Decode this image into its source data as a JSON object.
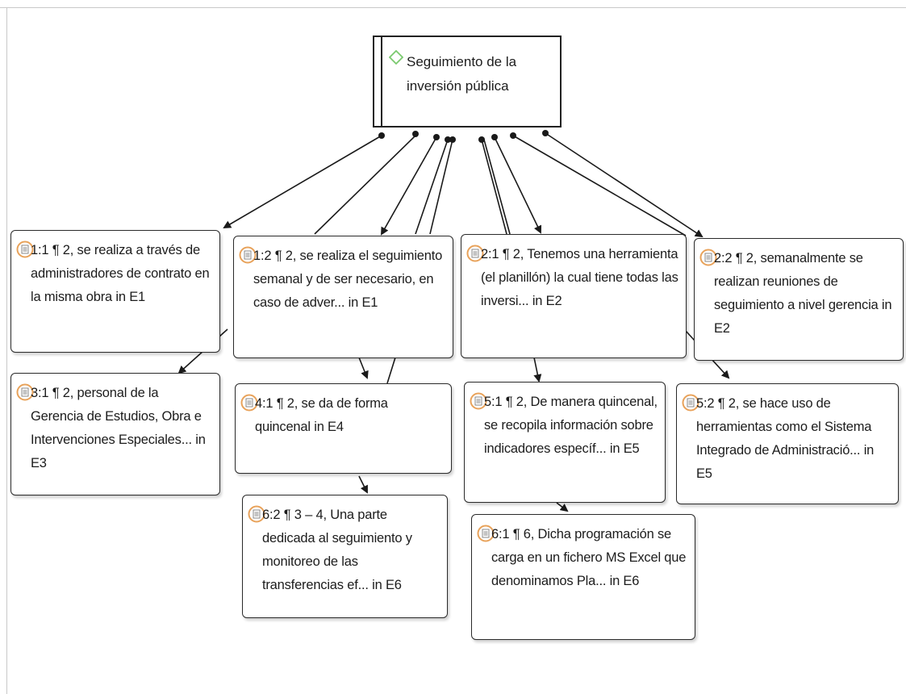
{
  "root": {
    "label": "Seguimiento de la inversión pública",
    "icon": "code-diamond-icon",
    "icon_color": "#7bc96f"
  },
  "quotations": [
    {
      "id": "q-1-1",
      "text": "1:1 ¶ 2, se realiza a través de administradores de contrato en la misma obra in E1"
    },
    {
      "id": "q-1-2",
      "text": "1:2 ¶ 2, se realiza el seguimiento semanal y de ser necesario, en caso de adver... in E1"
    },
    {
      "id": "q-2-1",
      "text": "2:1 ¶ 2, Tenemos una herramienta (el planillón) la cual tiene todas las inversi... in E2"
    },
    {
      "id": "q-2-2",
      "text": "2:2 ¶ 2, semanalmente se realizan reuniones de seguimiento a nivel gerencia in E2"
    },
    {
      "id": "q-3-1",
      "text": "3:1 ¶ 2, personal de la Gerencia de Estudios, Obra e Intervenciones Especiales... in E3"
    },
    {
      "id": "q-4-1",
      "text": "4:1 ¶ 2, se da de forma quincenal in E4"
    },
    {
      "id": "q-5-1",
      "text": "5:1 ¶ 2, De manera quincenal, se recopila información sobre indicadores específ... in E5"
    },
    {
      "id": "q-5-2",
      "text": "5:2 ¶ 2, se hace uso de herramientas como el Sistema Integrado de Administració... in E5"
    },
    {
      "id": "q-6-2",
      "text": "6:2 ¶ 3 – 4, Una parte dedicada al seguimiento y monitoreo de las transferencias ef... in E6"
    },
    {
      "id": "q-6-1",
      "text": "6:1 ¶ 6, Dicha programación se carga en un fichero MS Excel que denominamos Pla... in E6"
    }
  ],
  "quotation_icon": "quotation-document-icon",
  "quotation_icon_color": "#e8a25a",
  "link_color": "#1a1a1a"
}
